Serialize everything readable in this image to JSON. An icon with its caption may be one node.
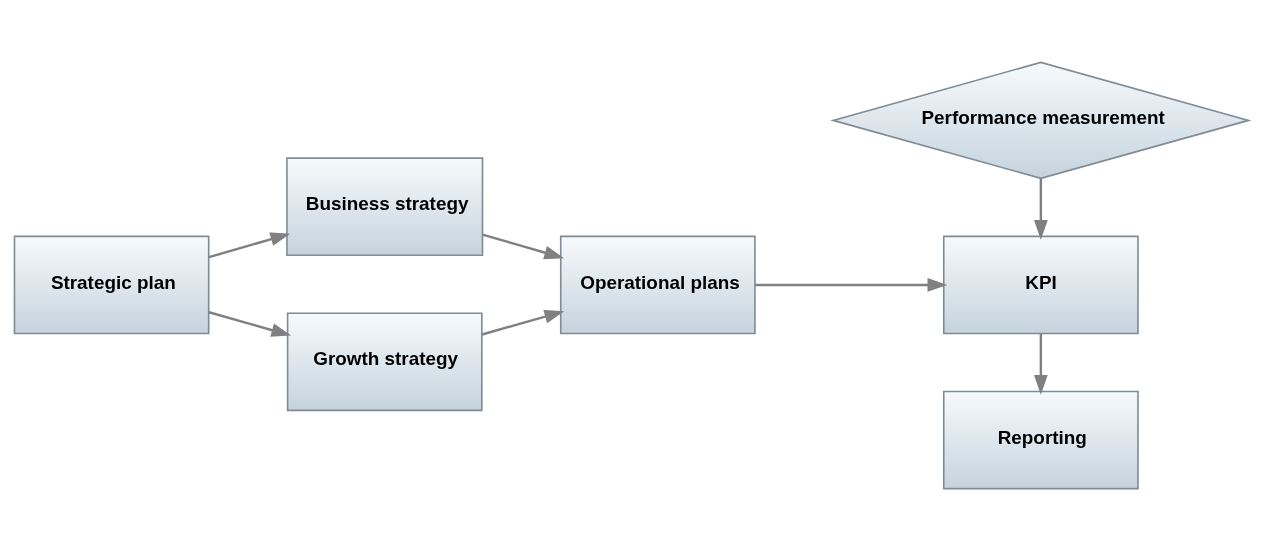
{
  "diagram": {
    "nodes": [
      {
        "text": [
          "Strategic plan"
        ]
      },
      {
        "text": [
          "Business strategy"
        ]
      },
      {
        "text": [
          "Growth strategy"
        ]
      },
      {
        "text": [
          "Operational plans"
        ]
      },
      {
        "text": [
          "Performance measurement"
        ]
      },
      {
        "text": [
          "KPI"
        ]
      },
      {
        "text": [
          "Reporting"
        ]
      }
    ],
    "edges": [
      {
        "from": 0,
        "to": 1,
        "arrow": "to"
      },
      {
        "from": 0,
        "to": 2,
        "arrow": "to"
      },
      {
        "from": 1,
        "to": 3,
        "arrow": "to"
      },
      {
        "from": 2,
        "to": 3,
        "arrow": "to"
      },
      {
        "from": 3,
        "to": 5,
        "arrow": "to"
      },
      {
        "from": 4,
        "to": 5,
        "arrow": "to"
      },
      {
        "from": 5,
        "to": 6,
        "arrow": "to"
      }
    ]
  }
}
